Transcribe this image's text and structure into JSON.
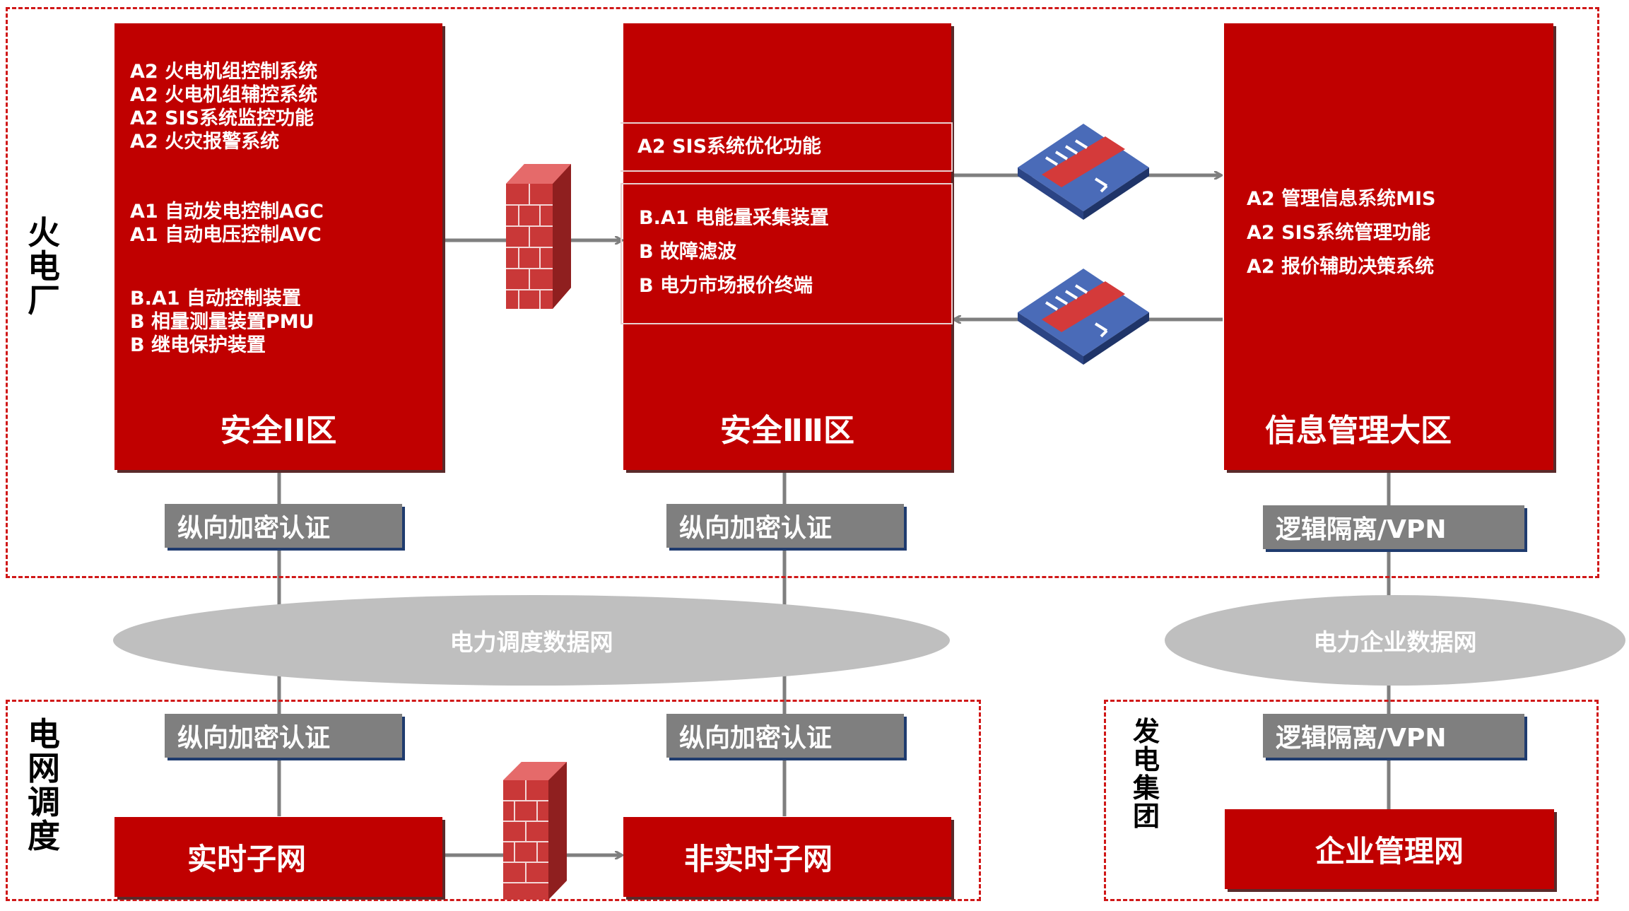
{
  "regions": {
    "power_plant": "火电厂",
    "grid_dispatch": "电网调度",
    "generation_group": "发电集团"
  },
  "zones": {
    "zone1": {
      "title": "安全ⅠⅠ区",
      "items_group1": [
        "A2 火电机组控制系统",
        "A2 火电机组辅控系统",
        "A2 SIS系统监控功能",
        "A2 火灾报警系统"
      ],
      "items_group2": [
        "A1 自动发电控制AGC",
        "A1 自动电压控制AVC"
      ],
      "items_group3": [
        "B.A1 自动控制装置",
        "B 相量测量装置PMU",
        "B 继电保护装置"
      ]
    },
    "zone2": {
      "title": "安全ⅡⅡ区",
      "top_item": "A2 SIS系统优化功能",
      "items": [
        "B.A1 电能量采集装置",
        "B 故障滤波",
        "B 电力市场报价终端"
      ]
    },
    "zone3": {
      "title": "信息管理大区",
      "items": [
        "A2 管理信息系统MIS",
        "A2 SIS系统管理功能",
        "A2 报价辅助决策系统"
      ]
    }
  },
  "gateways": {
    "z1_encrypt": "纵向加密认证",
    "z2_encrypt": "纵向加密认证",
    "z3_vpn": "逻辑隔离/VPN",
    "grid_rt_encrypt": "纵向加密认证",
    "grid_nrt_encrypt": "纵向加密认证",
    "group_vpn": "逻辑隔离/VPN"
  },
  "networks": {
    "dispatch_net": "电力调度数据网",
    "enterprise_net": "电力企业数据网"
  },
  "subnets": {
    "realtime": "实时子网",
    "non_realtime": "非实时子网",
    "enterprise_mgmt": "企业管理网"
  },
  "colors": {
    "zone_red": "#c00000",
    "gateway_gray": "#7f7f7f",
    "network_gray": "#bfbfbf",
    "border_dash": "#d01818",
    "connector": "#7f7f7f",
    "isolator_blue": "#3e5fa8"
  },
  "icons": {
    "firewall": "firewall-icon",
    "isolator": "isolation-device-icon"
  }
}
